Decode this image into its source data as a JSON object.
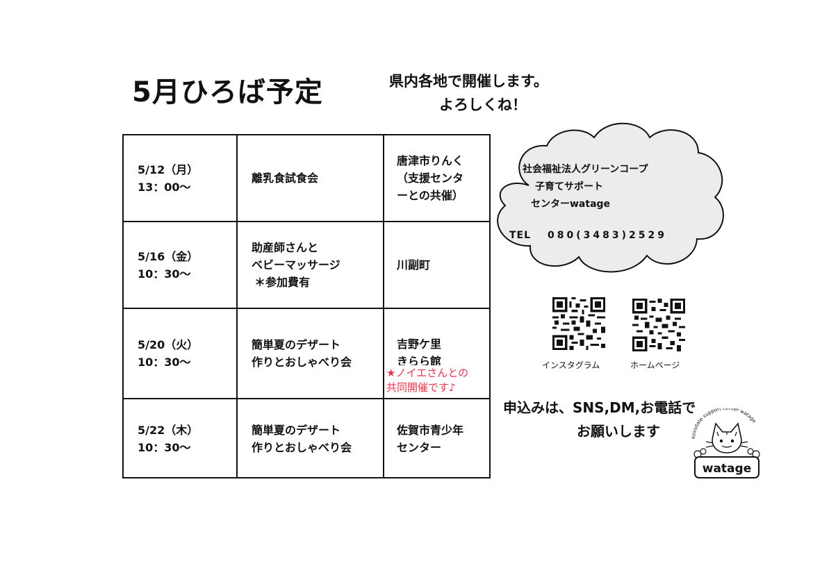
{
  "title": "5月ひろば予定",
  "subtitle": {
    "line1": "県内各地で開催します。",
    "line2": "よろしくね！"
  },
  "schedule": [
    {
      "date": "5/12（月）",
      "time": "13：00～",
      "event": [
        "離乳食試食会"
      ],
      "place": [
        "唐津市りんく",
        "（支援センタ",
        "ーとの共催）"
      ]
    },
    {
      "date": "5/16（金）",
      "time": "10：30～",
      "event": [
        "助産師さんと",
        "ベビーマッサージ",
        "＊参加費有"
      ],
      "place": [
        "川副町"
      ]
    },
    {
      "date": "5/20（火）",
      "time": "10：30～",
      "event": [
        "簡単夏のデザート",
        "作りとおしゃべり会"
      ],
      "place": [
        "吉野ケ里",
        "きらら館"
      ],
      "note": [
        "★ノイエさんとの",
        "共同開催です♪"
      ]
    },
    {
      "date": "5/22（木）",
      "time": "10：30～",
      "event": [
        "簡単夏のデザート",
        "作りとおしゃべり会"
      ],
      "place": [
        "佐賀市青少年",
        "センター"
      ]
    }
  ],
  "org": {
    "line1": "社会福祉法人グリーンコープ",
    "line2": "子育てサポート",
    "line3": "センターwatage",
    "tel_label": "TEL",
    "tel": "080(3483)2529"
  },
  "qr": {
    "instagram_label": "インスタグラム",
    "homepage_label": "ホームページ"
  },
  "apply": {
    "line1": "申込みは、SNS,DM,お電話で",
    "line2": "お願いします"
  },
  "logo": {
    "text": "watage",
    "arc_text": "kosodate support center watage"
  },
  "colors": {
    "note": "#e8334a",
    "cloud_fill": "#ececec"
  }
}
